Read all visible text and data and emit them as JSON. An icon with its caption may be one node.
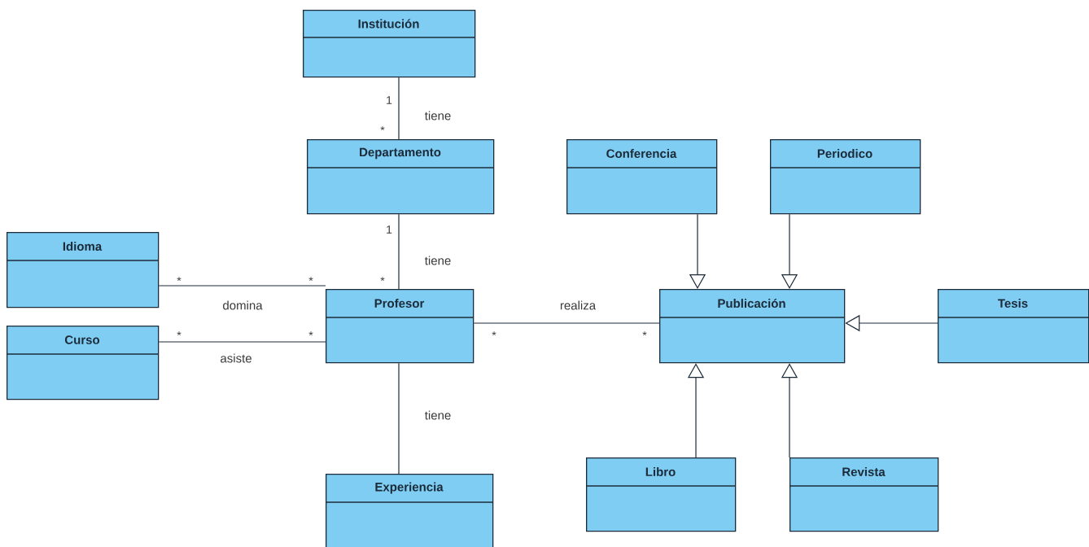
{
  "diagram": {
    "nodes": [
      {
        "text": [
          "Institución"
        ]
      },
      {
        "text": [
          "Departamento"
        ]
      },
      {
        "text": [
          "Conferencia"
        ]
      },
      {
        "text": [
          "Periodico"
        ]
      },
      {
        "text": [
          "Idioma"
        ]
      },
      {
        "text": [
          "Profesor"
        ]
      },
      {
        "text": [
          "Publicación"
        ]
      },
      {
        "text": [
          "Tesis"
        ]
      },
      {
        "text": [
          "Curso"
        ]
      },
      {
        "text": [
          "Libro"
        ]
      },
      {
        "text": [
          "Revista"
        ]
      },
      {
        "text": [
          "Experiencia"
        ]
      }
    ],
    "edges": [
      {
        "from": 0,
        "to": 1,
        "arrow": "none",
        "label": "tiene"
      },
      {
        "from": 1,
        "to": 5,
        "arrow": "none",
        "label": "tiene"
      },
      {
        "from": 4,
        "to": 5,
        "arrow": "none",
        "label": "domina"
      },
      {
        "from": 8,
        "to": 5,
        "arrow": "none",
        "label": "asiste"
      },
      {
        "from": 5,
        "to": 6,
        "arrow": "none",
        "label": "realiza"
      },
      {
        "from": 5,
        "to": 11,
        "arrow": "none",
        "label": "tiene"
      },
      {
        "from": 2,
        "to": 6,
        "arrow": "to"
      },
      {
        "from": 3,
        "to": 6,
        "arrow": "to"
      },
      {
        "from": 7,
        "to": 6,
        "arrow": "to"
      },
      {
        "from": 9,
        "to": 6,
        "arrow": "to"
      },
      {
        "from": 10,
        "to": 6,
        "arrow": "to"
      }
    ],
    "labels": [
      "1",
      "*",
      "1",
      "*",
      "*",
      "*",
      "*",
      "*",
      "*",
      "*"
    ]
  }
}
